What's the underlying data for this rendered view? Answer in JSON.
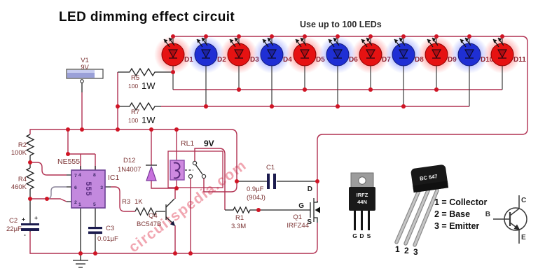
{
  "title": "LED dimming effect circuit",
  "note": "Use up to 100 LEDs",
  "colors": {
    "wire": "#b13051",
    "dot": "#d01525",
    "led_red": "#e61212",
    "led_blue": "#1f2fd4",
    "label": "#7b3333"
  },
  "leds": [
    {
      "label": "D1",
      "color": "red"
    },
    {
      "label": "D2",
      "color": "blue"
    },
    {
      "label": "D3",
      "color": "red"
    },
    {
      "label": "D4",
      "color": "blue"
    },
    {
      "label": "D5",
      "color": "red"
    },
    {
      "label": "D6",
      "color": "blue"
    },
    {
      "label": "D7",
      "color": "red"
    },
    {
      "label": "D8",
      "color": "blue"
    },
    {
      "label": "D9",
      "color": "red"
    },
    {
      "label": "D10",
      "color": "blue"
    },
    {
      "label": "D11",
      "color": "red"
    }
  ],
  "battery": {
    "ref": "V1",
    "value": "9V"
  },
  "r5": {
    "ref": "R5",
    "value": "100",
    "power": "1W"
  },
  "r7": {
    "ref": "R7",
    "value": "100",
    "power": "1W"
  },
  "r2": {
    "ref": "R2",
    "value": "100K"
  },
  "r4": {
    "ref": "R4",
    "value": "460K"
  },
  "r3": {
    "ref": "R3",
    "value": "1K"
  },
  "r1": {
    "ref": "R1",
    "value": "3.3M"
  },
  "c1": {
    "ref": "C1",
    "value": "0.9µF",
    "alt": "(904J)"
  },
  "c2": {
    "ref": "C2",
    "value": "22µF",
    "plus": "+",
    "minus": "-"
  },
  "c3": {
    "ref": "C3",
    "value": "0.01µF"
  },
  "ic": {
    "name": "NE555",
    "ref": "IC1",
    "chip": "555",
    "pins": {
      "p7": "7",
      "p6": "6",
      "p2": "2",
      "p4": "4",
      "p8": "8",
      "p3": "3",
      "p1": "1",
      "p5": "5"
    }
  },
  "d12": {
    "ref": "D12",
    "part": "1N4007"
  },
  "relay": {
    "ref": "RL1",
    "value": "9V"
  },
  "q4": {
    "ref": "Q4",
    "part": "BC547B"
  },
  "q1": {
    "ref": "Q1",
    "part": "IRFZ44",
    "d": "D",
    "g": "G",
    "s": "S"
  },
  "packages": {
    "irfz": {
      "line1": "IRFZ",
      "line2": "44N",
      "pins": [
        "G",
        "D",
        "S"
      ]
    },
    "bc547": {
      "label": "BC 547",
      "pins": [
        "1",
        "2",
        "3"
      ]
    },
    "legend": [
      "1 = Collector",
      "2 = Base",
      "3 = Emitter"
    ],
    "npn": {
      "b": "B",
      "c": "C",
      "e": "E"
    }
  },
  "watermark": "circuitspedia.com"
}
